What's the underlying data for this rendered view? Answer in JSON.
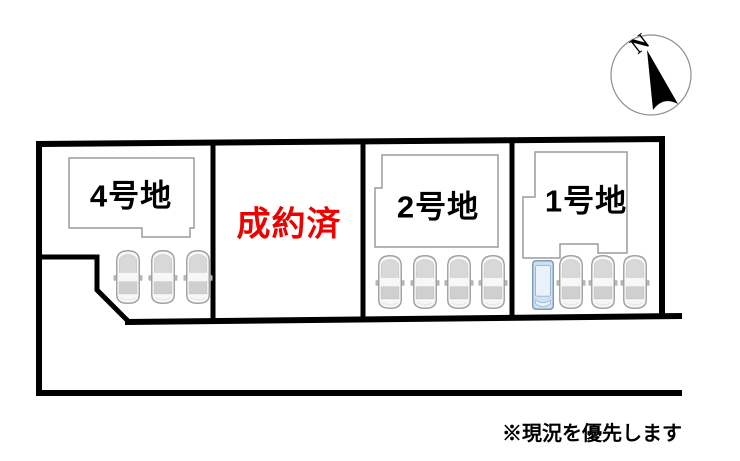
{
  "diagram": {
    "type": "real-estate-plot-map",
    "compass": {
      "label": "N"
    },
    "note": "※現況を優先します",
    "lots": [
      {
        "label": "4号地",
        "status": "available",
        "parked_cars": 3
      },
      {
        "label": "成約済",
        "status": "sold",
        "parked_cars": 0
      },
      {
        "label": "2号地",
        "status": "available",
        "parked_cars": 4
      },
      {
        "label": "1号地",
        "status": "available",
        "parked_cars": 4,
        "highlighted_car": true
      }
    ],
    "colors": {
      "boundary": "#000000",
      "building_outline": "#9b9b9b",
      "sold_label": "#ee0000",
      "car_body": "#f7f7f7",
      "car_highlight": "#cfe0f1"
    }
  }
}
